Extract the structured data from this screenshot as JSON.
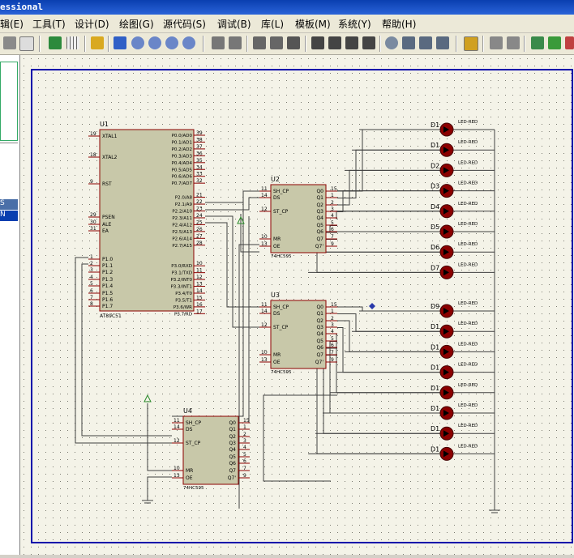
{
  "window": {
    "title": "essional"
  },
  "menu": [
    {
      "label": "辑(E)"
    },
    {
      "label": "工具(T)"
    },
    {
      "label": "设计(D)"
    },
    {
      "label": "绘图(G)"
    },
    {
      "label": "源代码(S)"
    },
    {
      "label": "调试(B)"
    },
    {
      "label": "库(L)"
    },
    {
      "label": "模板(M)"
    },
    {
      "label": "系统(Y)"
    },
    {
      "label": "帮助(H)"
    }
  ],
  "toolbar": {
    "icons": [
      "print-icon",
      "page-icon",
      "refresh-icon",
      "grid-icon",
      "origin-icon",
      "pan-icon",
      "zoom-in-icon",
      "zoom-out-icon",
      "zoom-all-icon",
      "zoom-area-icon",
      "undo-icon",
      "redo-icon",
      "cut-icon",
      "copy-icon",
      "paste-icon",
      "block-copy-icon",
      "block-move-icon",
      "block-rotate-icon",
      "block-delete-icon",
      "pick-device-icon",
      "make-device-icon",
      "packaging-icon",
      "decompose-icon",
      "wire-autoroute-icon",
      "search-icon",
      "property-assign-icon",
      "design-explorer-icon",
      "new-sheet-icon",
      "remove-sheet-icon"
    ]
  },
  "left_panel": {
    "row1": "S",
    "row2": "N"
  },
  "schematic": {
    "u1": {
      "ref": "U1",
      "part": "AT89C51",
      "left_pins": [
        {
          "num": "19",
          "name": "XTAL1"
        },
        {
          "num": "18",
          "name": "XTAL2"
        },
        {
          "num": "9",
          "name": "RST"
        },
        {
          "num": "29",
          "name": "PSEN"
        },
        {
          "num": "30",
          "name": "ALE"
        },
        {
          "num": "31",
          "name": "EA"
        },
        {
          "num": "1",
          "name": "P1.0"
        },
        {
          "num": "2",
          "name": "P1.1"
        },
        {
          "num": "3",
          "name": "P1.2"
        },
        {
          "num": "4",
          "name": "P1.3"
        },
        {
          "num": "5",
          "name": "P1.4"
        },
        {
          "num": "6",
          "name": "P1.5"
        },
        {
          "num": "7",
          "name": "P1.6"
        },
        {
          "num": "8",
          "name": "P1.7"
        }
      ],
      "right_pins": [
        {
          "num": "39",
          "name": "P0.0/AD0"
        },
        {
          "num": "38",
          "name": "P0.1/AD1"
        },
        {
          "num": "37",
          "name": "P0.2/AD2"
        },
        {
          "num": "36",
          "name": "P0.3/AD3"
        },
        {
          "num": "35",
          "name": "P0.4/AD4"
        },
        {
          "num": "34",
          "name": "P0.5/AD5"
        },
        {
          "num": "33",
          "name": "P0.6/AD6"
        },
        {
          "num": "32",
          "name": "P0.7/AD7"
        },
        {
          "num": "21",
          "name": "P2.0/A8"
        },
        {
          "num": "22",
          "name": "P2.1/A9"
        },
        {
          "num": "23",
          "name": "P2.2/A10"
        },
        {
          "num": "24",
          "name": "P2.3/A11"
        },
        {
          "num": "25",
          "name": "P2.4/A12"
        },
        {
          "num": "26",
          "name": "P2.5/A13"
        },
        {
          "num": "27",
          "name": "P2.6/A14"
        },
        {
          "num": "28",
          "name": "P2.7/A15"
        },
        {
          "num": "10",
          "name": "P3.0/RXD"
        },
        {
          "num": "11",
          "name": "P3.1/TXD"
        },
        {
          "num": "12",
          "name": "P3.2/INT0"
        },
        {
          "num": "13",
          "name": "P3.3/INT1"
        },
        {
          "num": "14",
          "name": "P3.4/T0"
        },
        {
          "num": "15",
          "name": "P3.5/T1"
        },
        {
          "num": "16",
          "name": "P3.6/WR"
        },
        {
          "num": "17",
          "name": "P3.7/RD"
        }
      ]
    },
    "shift_regs": [
      {
        "ref": "U2",
        "part": "74HC595"
      },
      {
        "ref": "U3",
        "part": "74HC595"
      },
      {
        "ref": "U4",
        "part": "74HC595"
      }
    ],
    "sr_left_pins": [
      {
        "num": "11",
        "name": "SH_CP"
      },
      {
        "num": "14",
        "name": "DS"
      },
      {
        "num": "12",
        "name": "ST_CP"
      },
      {
        "num": "10",
        "name": "MR"
      },
      {
        "num": "13",
        "name": "OE"
      }
    ],
    "sr_right_pins": [
      {
        "num": "15",
        "name": "Q0"
      },
      {
        "num": "1",
        "name": "Q1"
      },
      {
        "num": "2",
        "name": "Q2"
      },
      {
        "num": "3",
        "name": "Q3"
      },
      {
        "num": "4",
        "name": "Q4"
      },
      {
        "num": "5",
        "name": "Q5"
      },
      {
        "num": "6",
        "name": "Q6"
      },
      {
        "num": "7",
        "name": "Q7"
      },
      {
        "num": "9",
        "name": "Q7'"
      }
    ],
    "led_part": "LED-RED",
    "leds_top": [
      "D1",
      "D1",
      "D2",
      "D3",
      "D4",
      "D5",
      "D6",
      "D7"
    ],
    "leds_bottom": [
      "D9",
      "D1",
      "D1",
      "D1",
      "D1",
      "D1",
      "D1",
      "D1"
    ]
  }
}
